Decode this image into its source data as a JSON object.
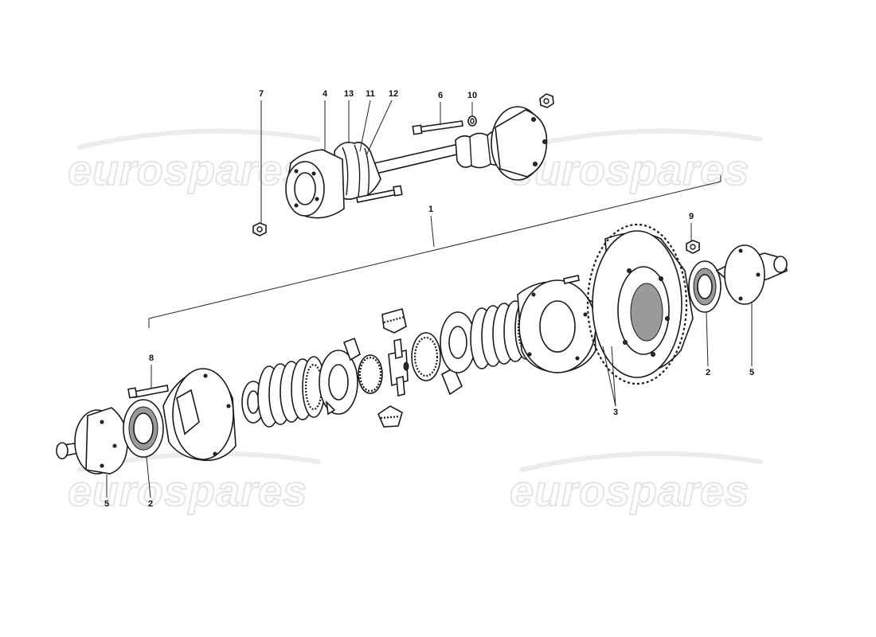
{
  "watermark": {
    "text": "eurospares"
  },
  "callouts": {
    "c7": "7",
    "c4": "4",
    "c13": "13",
    "c11": "11",
    "c12": "12",
    "c6": "6",
    "c10": "10",
    "c1": "1",
    "c9": "9",
    "c8": "8",
    "c2_right": "2",
    "c5_right": "5",
    "c3": "3",
    "c5_left": "5",
    "c2_left": "2"
  }
}
